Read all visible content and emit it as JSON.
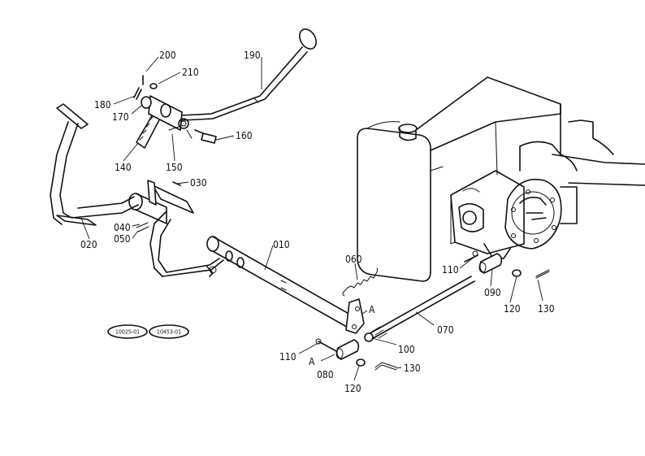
{
  "parts": [
    {
      "id": "p200",
      "label": "200"
    },
    {
      "id": "p210",
      "label": "210"
    },
    {
      "id": "p190",
      "label": "190"
    },
    {
      "id": "p180",
      "label": "180"
    },
    {
      "id": "p170",
      "label": "170"
    },
    {
      "id": "p160",
      "label": "160"
    },
    {
      "id": "p140",
      "label": "140"
    },
    {
      "id": "p150",
      "label": "150"
    },
    {
      "id": "p030",
      "label": "030"
    },
    {
      "id": "p040",
      "label": "040"
    },
    {
      "id": "p050",
      "label": "050"
    },
    {
      "id": "p020",
      "label": "020"
    },
    {
      "id": "p010",
      "label": "010"
    },
    {
      "id": "p060",
      "label": "060"
    },
    {
      "id": "p110a",
      "label": "110"
    },
    {
      "id": "p090",
      "label": "090"
    },
    {
      "id": "p120a",
      "label": "120"
    },
    {
      "id": "p130a",
      "label": "130"
    },
    {
      "id": "p070",
      "label": "070"
    },
    {
      "id": "p100",
      "label": "100"
    },
    {
      "id": "p110b",
      "label": "110"
    },
    {
      "id": "p080",
      "label": "080"
    },
    {
      "id": "p130b",
      "label": "130"
    },
    {
      "id": "p120b",
      "label": "120"
    }
  ],
  "markers": {
    "a1": "A",
    "a2": "A"
  },
  "references": {
    "r1": "10025-01",
    "r2": "10453-01"
  }
}
